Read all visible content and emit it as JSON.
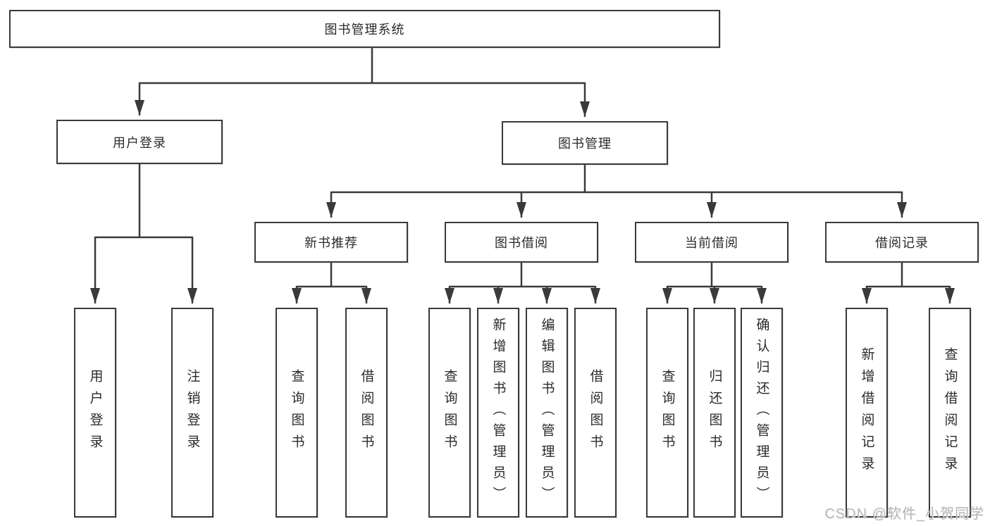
{
  "tree": {
    "root": "图书管理系统",
    "user_login": {
      "label": "用户登录",
      "children": [
        "用户登录",
        "注销登录"
      ]
    },
    "book_mgmt": {
      "label": "图书管理",
      "groups": [
        {
          "label": "新书推荐",
          "children": [
            "查询图书",
            "借阅图书"
          ]
        },
        {
          "label": "图书借阅",
          "children": [
            "查询图书",
            "新增图书（管理员）",
            "编辑图书（管理员）",
            "借阅图书"
          ]
        },
        {
          "label": "当前借阅",
          "children": [
            "查询图书",
            "归还图书",
            "确认归还（管理员）"
          ]
        },
        {
          "label": "借阅记录",
          "children": [
            "新增借阅记录",
            "查询借阅记录"
          ]
        }
      ]
    }
  },
  "watermark": "CSDN @软件_小贺同学",
  "colors": {
    "line": "#3a3a3a",
    "text": "#2b2b2b",
    "watermark": "#b8b8b8",
    "background": "#ffffff"
  }
}
